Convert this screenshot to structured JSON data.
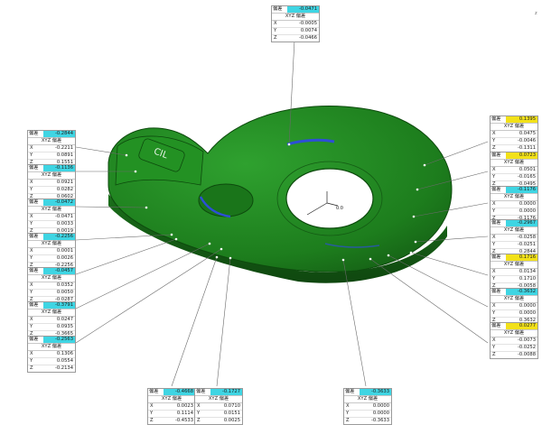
{
  "colors": {
    "cyan": "#3fd5e3",
    "yellow": "#f2e11a",
    "model": "#1f8a1f",
    "leader": "#6a6a6a"
  },
  "scene": {
    "center_label": "0.0",
    "side_mark": "z"
  },
  "callouts": [
    {
      "id": "top-center",
      "label": "偏差",
      "dev": "-0.0471",
      "color": "cyan",
      "xyz": "XYZ 偏差",
      "x": "-0.0005",
      "y": "0.0074",
      "z": "-0.0466"
    },
    {
      "id": "left-1",
      "label": "偏差",
      "dev": "-0.2844",
      "color": "cyan",
      "xyz": "XYZ 偏差",
      "x": "-0.2211",
      "y": "0.0891",
      "z": "0.1551"
    },
    {
      "id": "left-2",
      "label": "偏差",
      "dev": "-0.1136",
      "color": "cyan",
      "xyz": "XYZ 偏差",
      "x": "0.0921",
      "y": "0.0282",
      "z": "0.0602"
    },
    {
      "id": "left-3",
      "label": "偏差",
      "dev": "-0.0472",
      "color": "cyan",
      "xyz": "XYZ 偏差",
      "x": "-0.0471",
      "y": "0.0033",
      "z": "0.0019"
    },
    {
      "id": "left-4",
      "label": "偏差",
      "dev": "-0.2256",
      "color": "cyan",
      "xyz": "XYZ 偏差",
      "x": "0.0001",
      "y": "0.0026",
      "z": "-0.2256"
    },
    {
      "id": "left-5",
      "label": "偏差",
      "dev": "-0.0457",
      "color": "cyan",
      "xyz": "XYZ 偏差",
      "x": "0.0352",
      "y": "0.0050",
      "z": "-0.0287"
    },
    {
      "id": "left-6",
      "label": "偏差",
      "dev": "-0.3791",
      "color": "cyan",
      "xyz": "XYZ 偏差",
      "x": "0.0247",
      "y": "0.0935",
      "z": "-0.3665"
    },
    {
      "id": "left-7",
      "label": "偏差",
      "dev": "-0.2563",
      "color": "cyan",
      "xyz": "XYZ 偏差",
      "x": "0.1306",
      "y": "0.0554",
      "z": "-0.2134"
    },
    {
      "id": "right-1",
      "label": "偏差",
      "dev": "0.1395",
      "color": "yellow",
      "xyz": "XYZ 偏差",
      "x": "0.0475",
      "y": "-0.0046",
      "z": "-0.1311"
    },
    {
      "id": "right-2",
      "label": "偏差",
      "dev": "0.0723",
      "color": "yellow",
      "xyz": "XYZ 偏差",
      "x": "0.0501",
      "y": "-0.0165",
      "z": "-0.0495"
    },
    {
      "id": "right-3",
      "label": "偏差",
      "dev": "-0.1176",
      "color": "cyan",
      "xyz": "XYZ 偏差",
      "x": "0.0000",
      "y": "0.0000",
      "z": "-0.1176"
    },
    {
      "id": "right-4",
      "label": "偏差",
      "dev": "-0.2967",
      "color": "cyan",
      "xyz": "XYZ 偏差",
      "x": "-0.0258",
      "y": "-0.0251",
      "z": "0.2844"
    },
    {
      "id": "right-5",
      "label": "偏差",
      "dev": "0.1716",
      "color": "yellow",
      "xyz": "XYZ 偏差",
      "x": "0.0134",
      "y": "0.1710",
      "z": "-0.0058"
    },
    {
      "id": "right-6",
      "label": "偏差",
      "dev": "-0.3632",
      "color": "cyan",
      "xyz": "XYZ 偏差",
      "x": "0.0000",
      "y": "0.0000",
      "z": "0.3632"
    },
    {
      "id": "right-7",
      "label": "偏差",
      "dev": "0.0277",
      "color": "yellow",
      "xyz": "XYZ 偏差",
      "x": "-0.0073",
      "y": "-0.0252",
      "z": "-0.0088"
    },
    {
      "id": "bottom-1",
      "label": "偏差",
      "dev": "-0.4668",
      "color": "cyan",
      "xyz": "XYZ 偏差",
      "x": "0.0023",
      "y": "0.1114",
      "z": "-0.4533"
    },
    {
      "id": "bottom-2",
      "label": "偏差",
      "dev": "-0.1727",
      "color": "cyan",
      "xyz": "XYZ 偏差",
      "x": "0.0710",
      "y": "0.0151",
      "z": "0.0025"
    },
    {
      "id": "bottom-3",
      "label": "偏差",
      "dev": "-0.3633",
      "color": "cyan",
      "xyz": "XYZ 偏差",
      "x": "0.0000",
      "y": "0.0000",
      "z": "-0.3633"
    }
  ]
}
